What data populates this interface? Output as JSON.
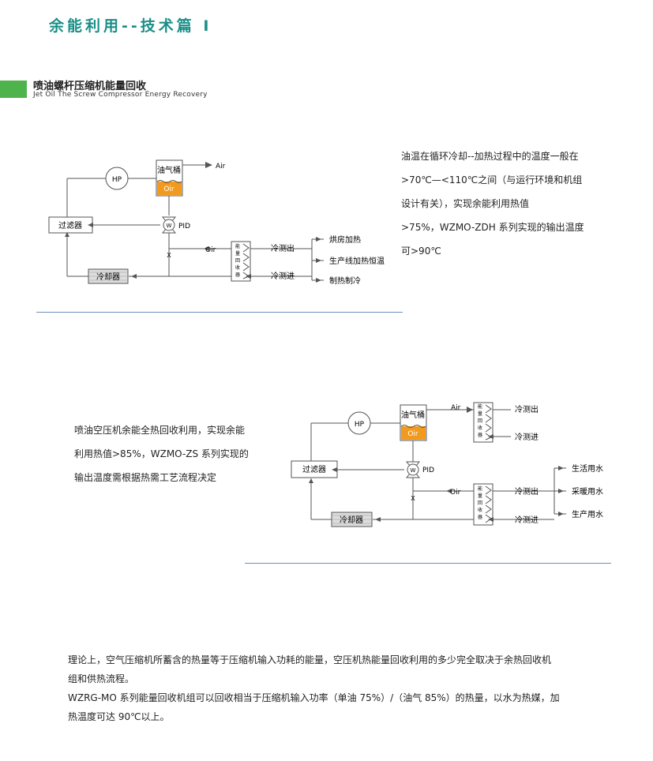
{
  "header": {
    "title": "余能利用--技术篇 I"
  },
  "section": {
    "title": "喷油螺杆压缩机能量回收",
    "subtitle": "Jet Oil The Screw Compressor Energy Recovery"
  },
  "diagram1": {
    "hp": "HP",
    "tank": "油气桶",
    "oir": "Oir",
    "air": "Air",
    "w": "W",
    "pid": "PID",
    "filter": "过滤器",
    "cooler": "冷却器",
    "x": "X",
    "oir2": "Oir",
    "recovery": [
      "能",
      "量",
      "回",
      "收",
      "器"
    ],
    "cold_out": "冷测出",
    "cold_in": "冷测进",
    "outputs": [
      "烘房加热",
      "生产线加热恒温",
      "制热制冷"
    ]
  },
  "text1": {
    "lines": [
      "油温在循环冷却--加热过程中的温度一般在",
      ">70℃—<110℃之间（与运行环境和机组",
      "设计有关），实现余能利用热值",
      ">75%，WZMO-ZDH 系列实现的输出温度",
      "可>90℃"
    ]
  },
  "diagram2": {
    "hp": "HP",
    "tank": "油气桶",
    "oir": "Oir",
    "air": "Air",
    "w": "W",
    "pid": "PID",
    "filter": "过滤器",
    "cooler": "冷却器",
    "x": "X",
    "oir2": "Oir",
    "recovery": [
      "能",
      "量",
      "回",
      "收",
      "器"
    ],
    "cold_out_top": "冷测出",
    "cold_in_top": "冷测进",
    "cold_out": "冷测出",
    "cold_in": "冷测进",
    "outputs": [
      "生活用水",
      "采暖用水",
      "生产用水"
    ]
  },
  "text2": {
    "lines": [
      "喷油空压机余能全热回收利用，实现余能",
      "利用热值>85%，WZMO-ZS 系列实现的",
      "输出温度需根据热需工艺流程决定"
    ]
  },
  "bottom": {
    "lines": [
      "理论上，空气压缩机所蓄含的热量等于压缩机输入功耗的能量，空压机热能量回收利用的多少完全取决于余热回收机",
      "组和供热流程。",
      "WZRG-MO 系列能量回收机组可以回收相当于压缩机输入功率（单油 75%）/（油气 85%）的热量，以水为热媒，加",
      "热温度可达 90℃以上。"
    ]
  },
  "colors": {
    "teal": "#1a8f88",
    "green": "#4db34a",
    "oil": "#f29a1e",
    "rule": "#6a90b8"
  }
}
